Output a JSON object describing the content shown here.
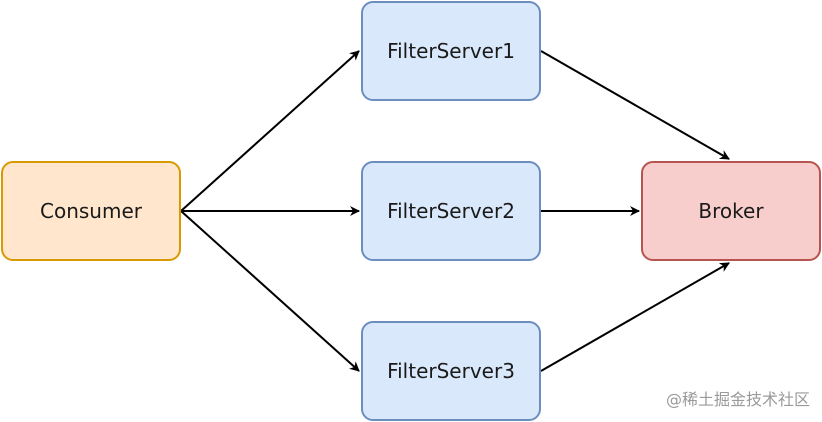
{
  "nodes": {
    "consumer": {
      "label": "Consumer",
      "fill": "#ffe6cc",
      "stroke": "#d79b00"
    },
    "filter_server_1": {
      "label": "FilterServer1",
      "fill": "#dae8fc",
      "stroke": "#6c8ebf"
    },
    "filter_server_2": {
      "label": "FilterServer2",
      "fill": "#dae8fc",
      "stroke": "#6c8ebf"
    },
    "filter_server_3": {
      "label": "FilterServer3",
      "fill": "#dae8fc",
      "stroke": "#6c8ebf"
    },
    "broker": {
      "label": "Broker",
      "fill": "#f8cecc",
      "stroke": "#b85450"
    }
  },
  "edges": [
    {
      "from": "Consumer",
      "to": "FilterServer1"
    },
    {
      "from": "Consumer",
      "to": "FilterServer2"
    },
    {
      "from": "Consumer",
      "to": "FilterServer3"
    },
    {
      "from": "FilterServer1",
      "to": "Broker"
    },
    {
      "from": "FilterServer2",
      "to": "Broker"
    },
    {
      "from": "FilterServer3",
      "to": "Broker"
    }
  ],
  "watermark": "@稀土掘金技术社区",
  "colors": {
    "edge": "#000000",
    "watermark": "#9a9a9a"
  }
}
